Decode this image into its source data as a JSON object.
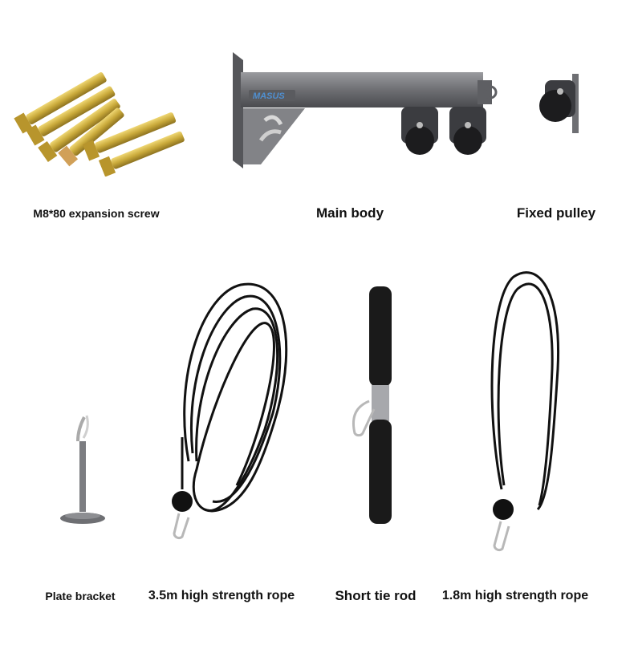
{
  "products": [
    {
      "id": "screws",
      "label": "M8*80 expansion screw"
    },
    {
      "id": "main-body",
      "label": "Main body",
      "brand": "MASUS"
    },
    {
      "id": "fixed-pulley",
      "label": "Fixed pulley"
    },
    {
      "id": "plate-bracket",
      "label": "Plate bracket"
    },
    {
      "id": "rope-long",
      "label": "3.5m high strength rope"
    },
    {
      "id": "tie-rod",
      "label": "Short tie rod"
    },
    {
      "id": "rope-short",
      "label": "1.8m high strength rope"
    }
  ],
  "colors": {
    "metal_gray": "#6e6f73",
    "brass": "#c9a93a",
    "rope_black": "#111111",
    "label": "#111111",
    "background": "#ffffff"
  }
}
